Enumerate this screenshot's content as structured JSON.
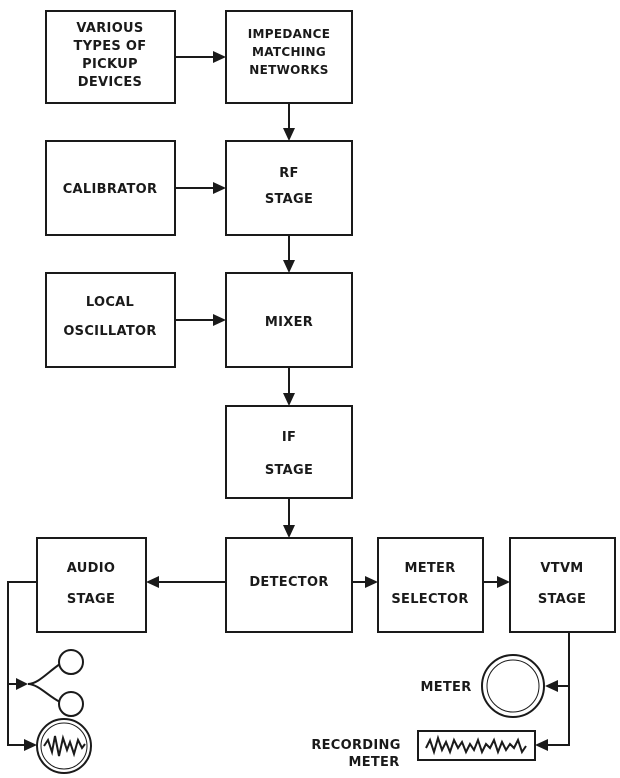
{
  "blocks": {
    "pickup": {
      "line1": "VARIOUS",
      "line2": "TYPES OF",
      "line3": "PICKUP",
      "line4": "DEVICES"
    },
    "impedance": {
      "line1": "IMPEDANCE",
      "line2": "MATCHING",
      "line3": "NETWORKS"
    },
    "calibrator": {
      "line1": "CALIBRATOR"
    },
    "rf": {
      "line1": "RF",
      "line2": "STAGE"
    },
    "local_osc": {
      "line1": "LOCAL",
      "line2": "OSCILLATOR"
    },
    "mixer": {
      "line1": "MIXER"
    },
    "if_stage": {
      "line1": "IF",
      "line2": "STAGE"
    },
    "audio": {
      "line1": "AUDIO",
      "line2": "STAGE"
    },
    "detector": {
      "line1": "DETECTOR"
    },
    "meter_selector": {
      "line1": "METER",
      "line2": "SELECTOR"
    },
    "vtvm": {
      "line1": "VTVM",
      "line2": "STAGE"
    }
  },
  "outputs": {
    "meter_label": "METER",
    "recording_meter_line1": "RECORDING",
    "recording_meter_line2": "METER"
  }
}
